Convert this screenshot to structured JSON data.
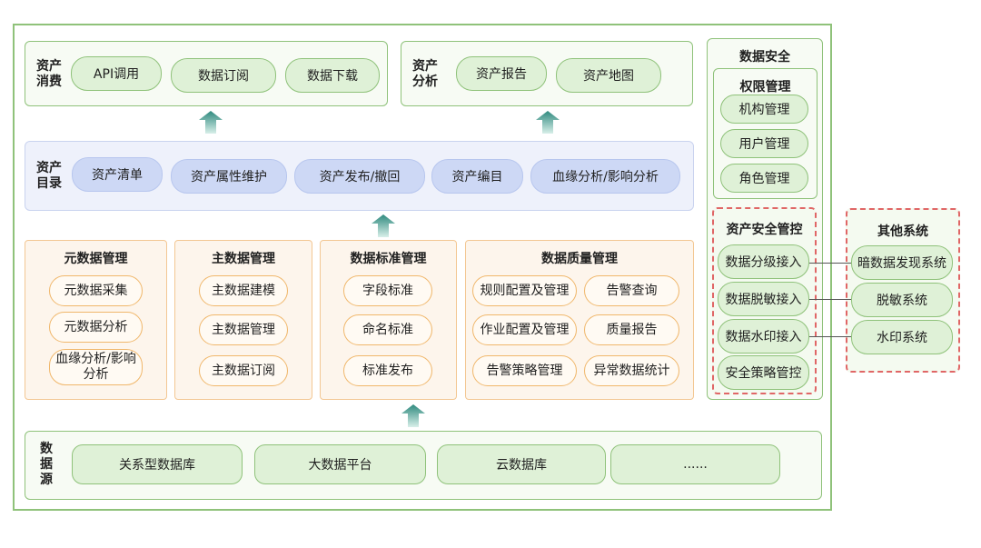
{
  "consume": {
    "label": "资产\n消费",
    "items": [
      "API调用",
      "数据订阅",
      "数据下载"
    ]
  },
  "analyze": {
    "label": "资产\n分析",
    "items": [
      "资产报告",
      "资产地图"
    ]
  },
  "catalog": {
    "label": "资产\n目录",
    "items": [
      "资产清单",
      "资产属性维护",
      "资产发布/撤回",
      "资产编目",
      "血缘分析/影响分析"
    ]
  },
  "metadata": {
    "title": "元数据管理",
    "items": [
      "元数据采集",
      "元数据分析",
      "血缘分析/影响\n分析"
    ]
  },
  "masterdata": {
    "title": "主数据管理",
    "items": [
      "主数据建模",
      "主数据管理",
      "主数据订阅"
    ]
  },
  "standard": {
    "title": "数据标准管理",
    "items": [
      "字段标准",
      "命名标准",
      "标准发布"
    ]
  },
  "quality": {
    "title": "数据质量管理",
    "items": [
      "规则配置及管理",
      "告警查询",
      "作业配置及管理",
      "质量报告",
      "告警策略管理",
      "异常数据统计"
    ]
  },
  "source": {
    "label": "数\n据\n源",
    "items": [
      "关系型数据库",
      "大数据平台",
      "云数据库",
      "......"
    ]
  },
  "security": {
    "title": "数据安全",
    "permission": {
      "title": "权限管理",
      "items": [
        "机构管理",
        "用户管理",
        "角色管理"
      ]
    },
    "control": {
      "title": "资产安全管控",
      "items": [
        "数据分级接入",
        "数据脱敏接入",
        "数据水印接入",
        "安全策略管控"
      ]
    }
  },
  "other": {
    "title": "其他系统",
    "items": [
      "暗数据发现系统",
      "脱敏系统",
      "水印系统"
    ]
  },
  "colors": {
    "green_border": "#8fc27a",
    "green_fill": "#dff1d7",
    "blue_pill": "#cdd8f5",
    "orange_border": "#f0b76b",
    "red_dash": "#e06666",
    "arrow": "#3d9488"
  }
}
